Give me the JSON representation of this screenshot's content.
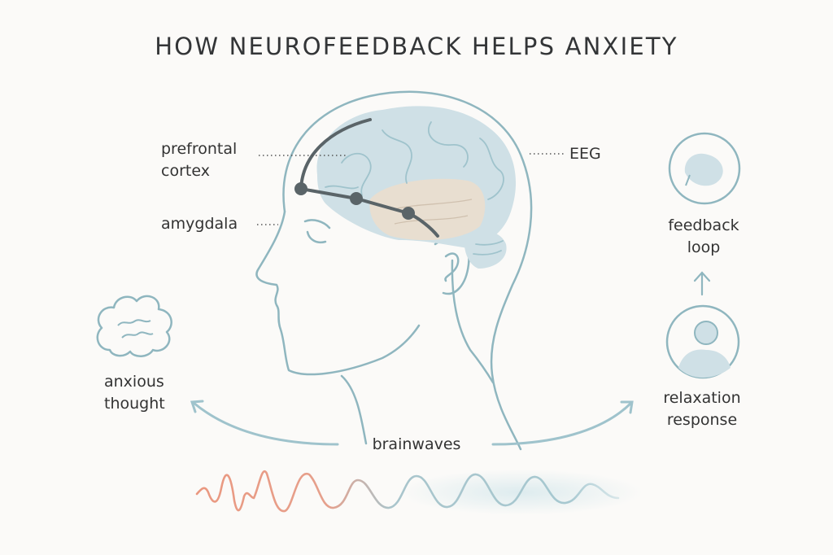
{
  "title": "HOW NEUROFEEDBACK HELPS ANXIETY",
  "labels": {
    "prefrontal_cortex": [
      "prefrontal",
      "cortex"
    ],
    "amygdala": "amygdala",
    "eeg": "EEG",
    "feedback_loop": [
      "feedback",
      "loop"
    ],
    "relaxation_response": [
      "relaxation",
      "response"
    ],
    "anxious_thought": [
      "anxious",
      "thought"
    ],
    "brainwaves": "brainwaves"
  },
  "icons": {
    "feedback": "brain-loop-icon",
    "relaxation": "person-icon",
    "anxious": "cloud-icon",
    "arrow_up": "arrow-up-icon"
  },
  "colors": {
    "background": "#fbfaf8",
    "outline": "#8fb6bf",
    "brain_fill": "#cfe0e6",
    "limbic_fill": "#e9ddcf",
    "electrode": "#5a6468",
    "wave_anxious": "#e8907a",
    "wave_calm": "#9fc3cc",
    "text": "#333537"
  }
}
